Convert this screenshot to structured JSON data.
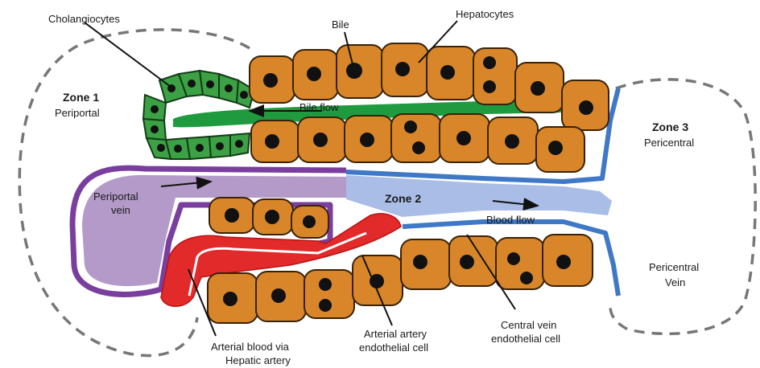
{
  "colors": {
    "hepatocyte": "#d9862a",
    "cholangiocyte": "#3ca145",
    "bile": "#1f9a3e",
    "portal_vein": "#7a3f9e",
    "portal_blood": "#b49ac8",
    "artery": "#e32a2a",
    "central_vein": "#3f78c6",
    "venous_blood": "#a9bde6"
  },
  "labels": {
    "cholangiocytes": "Cholangiocytes",
    "bile": "Bile",
    "hepatocytes": "Hepatocytes",
    "zone1_title": "Zone 1",
    "zone1_sub": "Periportal",
    "bile_flow": "Bile flow",
    "zone3_title": "Zone 3",
    "zone3_sub": "Pericentral",
    "periportal_vein_1": "Periportal",
    "periportal_vein_2": "vein",
    "zone2": "Zone 2",
    "blood_flow": "Blood flow",
    "pericentral_vein_1": "Pericentral",
    "pericentral_vein_2": "Vein",
    "arterial_blood_1": "Arterial blood via",
    "arterial_blood_2": "Hepatic artery",
    "arterial_endo_1": "Arterial artery",
    "arterial_endo_2": "endothelial cell",
    "central_endo_1": "Central vein",
    "central_endo_2": "endothelial cell"
  }
}
